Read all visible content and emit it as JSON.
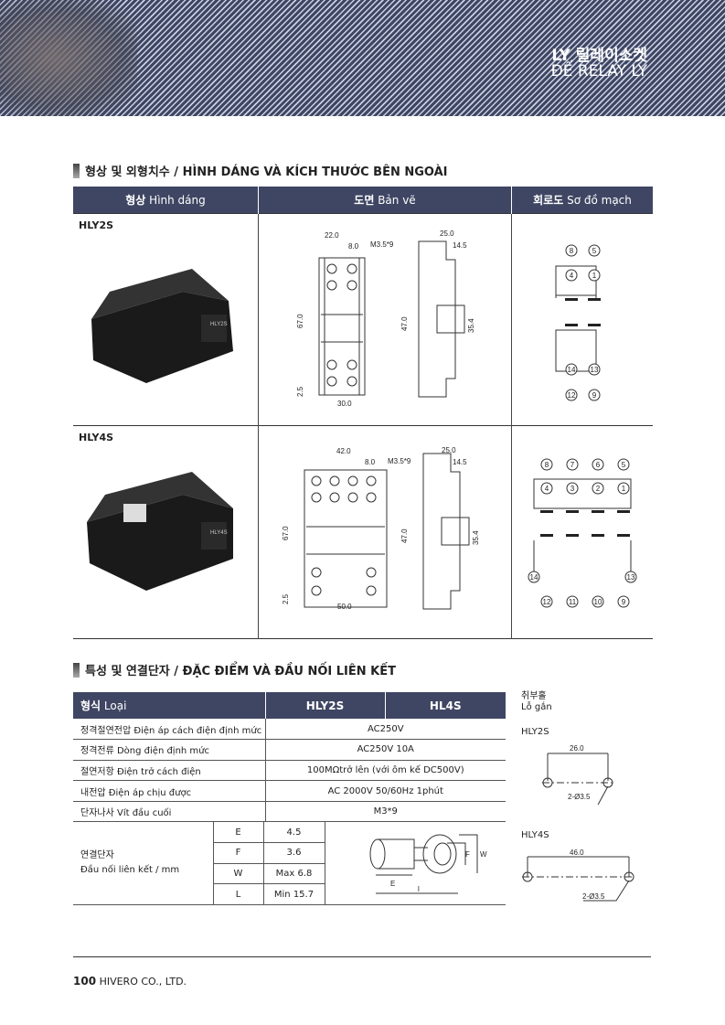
{
  "header": {
    "title_ko": "LY 릴레이소켓",
    "title_vi": "ĐẾ RELAY LY"
  },
  "section1": {
    "title": "형상 및 외형치수 / HÌNH DÁNG VÀ KÍCH THƯỚC BÊN NGOÀI",
    "columns": [
      {
        "ko": "형상",
        "vi": "Hình dáng"
      },
      {
        "ko": "도면",
        "vi": "Bản vẽ"
      },
      {
        "ko": "회로도",
        "vi": "Sơ đồ mạch"
      }
    ],
    "rows": [
      {
        "model": "HLY2S",
        "photo_label": "HLY2S",
        "dims": {
          "w": "22.0",
          "pitch": "8.0",
          "screw": "M3.5*9",
          "depth": "25.0",
          "d2": "14.5",
          "h": "67.0",
          "h2": "47.0",
          "h3": "35.4",
          "off": "2.5",
          "base": "30.0"
        },
        "pins_top": [
          "8",
          "5"
        ],
        "pins_mid": [
          "4",
          "1"
        ],
        "pins_coil": [
          "14",
          "13"
        ],
        "pins_bot": [
          "12",
          "9"
        ]
      },
      {
        "model": "HLY4S",
        "photo_label": "HLY4S",
        "dims": {
          "w": "42.0",
          "pitch": "8.0",
          "screw": "M3.5*9",
          "depth": "25.0",
          "d2": "14.5",
          "h": "67.0",
          "h2": "47.0",
          "h3": "35.4",
          "off": "2.5",
          "base": "50.0"
        },
        "pins_top": [
          "8",
          "7",
          "6",
          "5"
        ],
        "pins_mid": [
          "4",
          "3",
          "2",
          "1"
        ],
        "pins_coil": [
          "14",
          "13"
        ],
        "pins_bot": [
          "12",
          "11",
          "10",
          "9"
        ]
      }
    ]
  },
  "section2": {
    "title": "특성 및 연결단자 / ĐẶC ĐIỂM VÀ ĐẦU NỐI LIÊN KẾT",
    "header": {
      "type_ko": "형식",
      "type_vi": "Loại",
      "m1": "HLY2S",
      "m2": "HL4S"
    },
    "rows": [
      {
        "label": "정격절연전압 Điện áp cách điện định mức",
        "value": "AC250V"
      },
      {
        "label": "정격전류 Dòng điện định mức",
        "value": "AC250V 10A"
      },
      {
        "label": "절연저항 Điện trở cách điện",
        "value": "100MΩtrở lên (với ôm kế DC500V)"
      },
      {
        "label": "내전압 Điện áp chịu được",
        "value": "AC 2000V 50/60Hz 1phút"
      },
      {
        "label": "단자나사 Vít đầu cuối",
        "value": "M3*9"
      }
    ],
    "terminal": {
      "label_ko": "연결단자",
      "label_vi": "Đầu nối liên kết / mm",
      "params": [
        {
          "k": "E",
          "v": "4.5"
        },
        {
          "k": "F",
          "v": "3.6"
        },
        {
          "k": "W",
          "v": "Max 6.8"
        },
        {
          "k": "L",
          "v": "Min 15.7"
        }
      ],
      "fig": {
        "E": "E",
        "F": "F",
        "W": "W",
        "l": "l"
      }
    },
    "mounting": {
      "title_ko": "취부홀",
      "title_vi": "Lỗ gắn",
      "items": [
        {
          "model": "HLY2S",
          "dist": "26.0",
          "hole": "2-Ø3.5"
        },
        {
          "model": "HLY4S",
          "dist": "46.0",
          "hole": "2-Ø3.5"
        }
      ]
    }
  },
  "footer": {
    "page": "100",
    "company": "HIVERO CO., LTD."
  }
}
